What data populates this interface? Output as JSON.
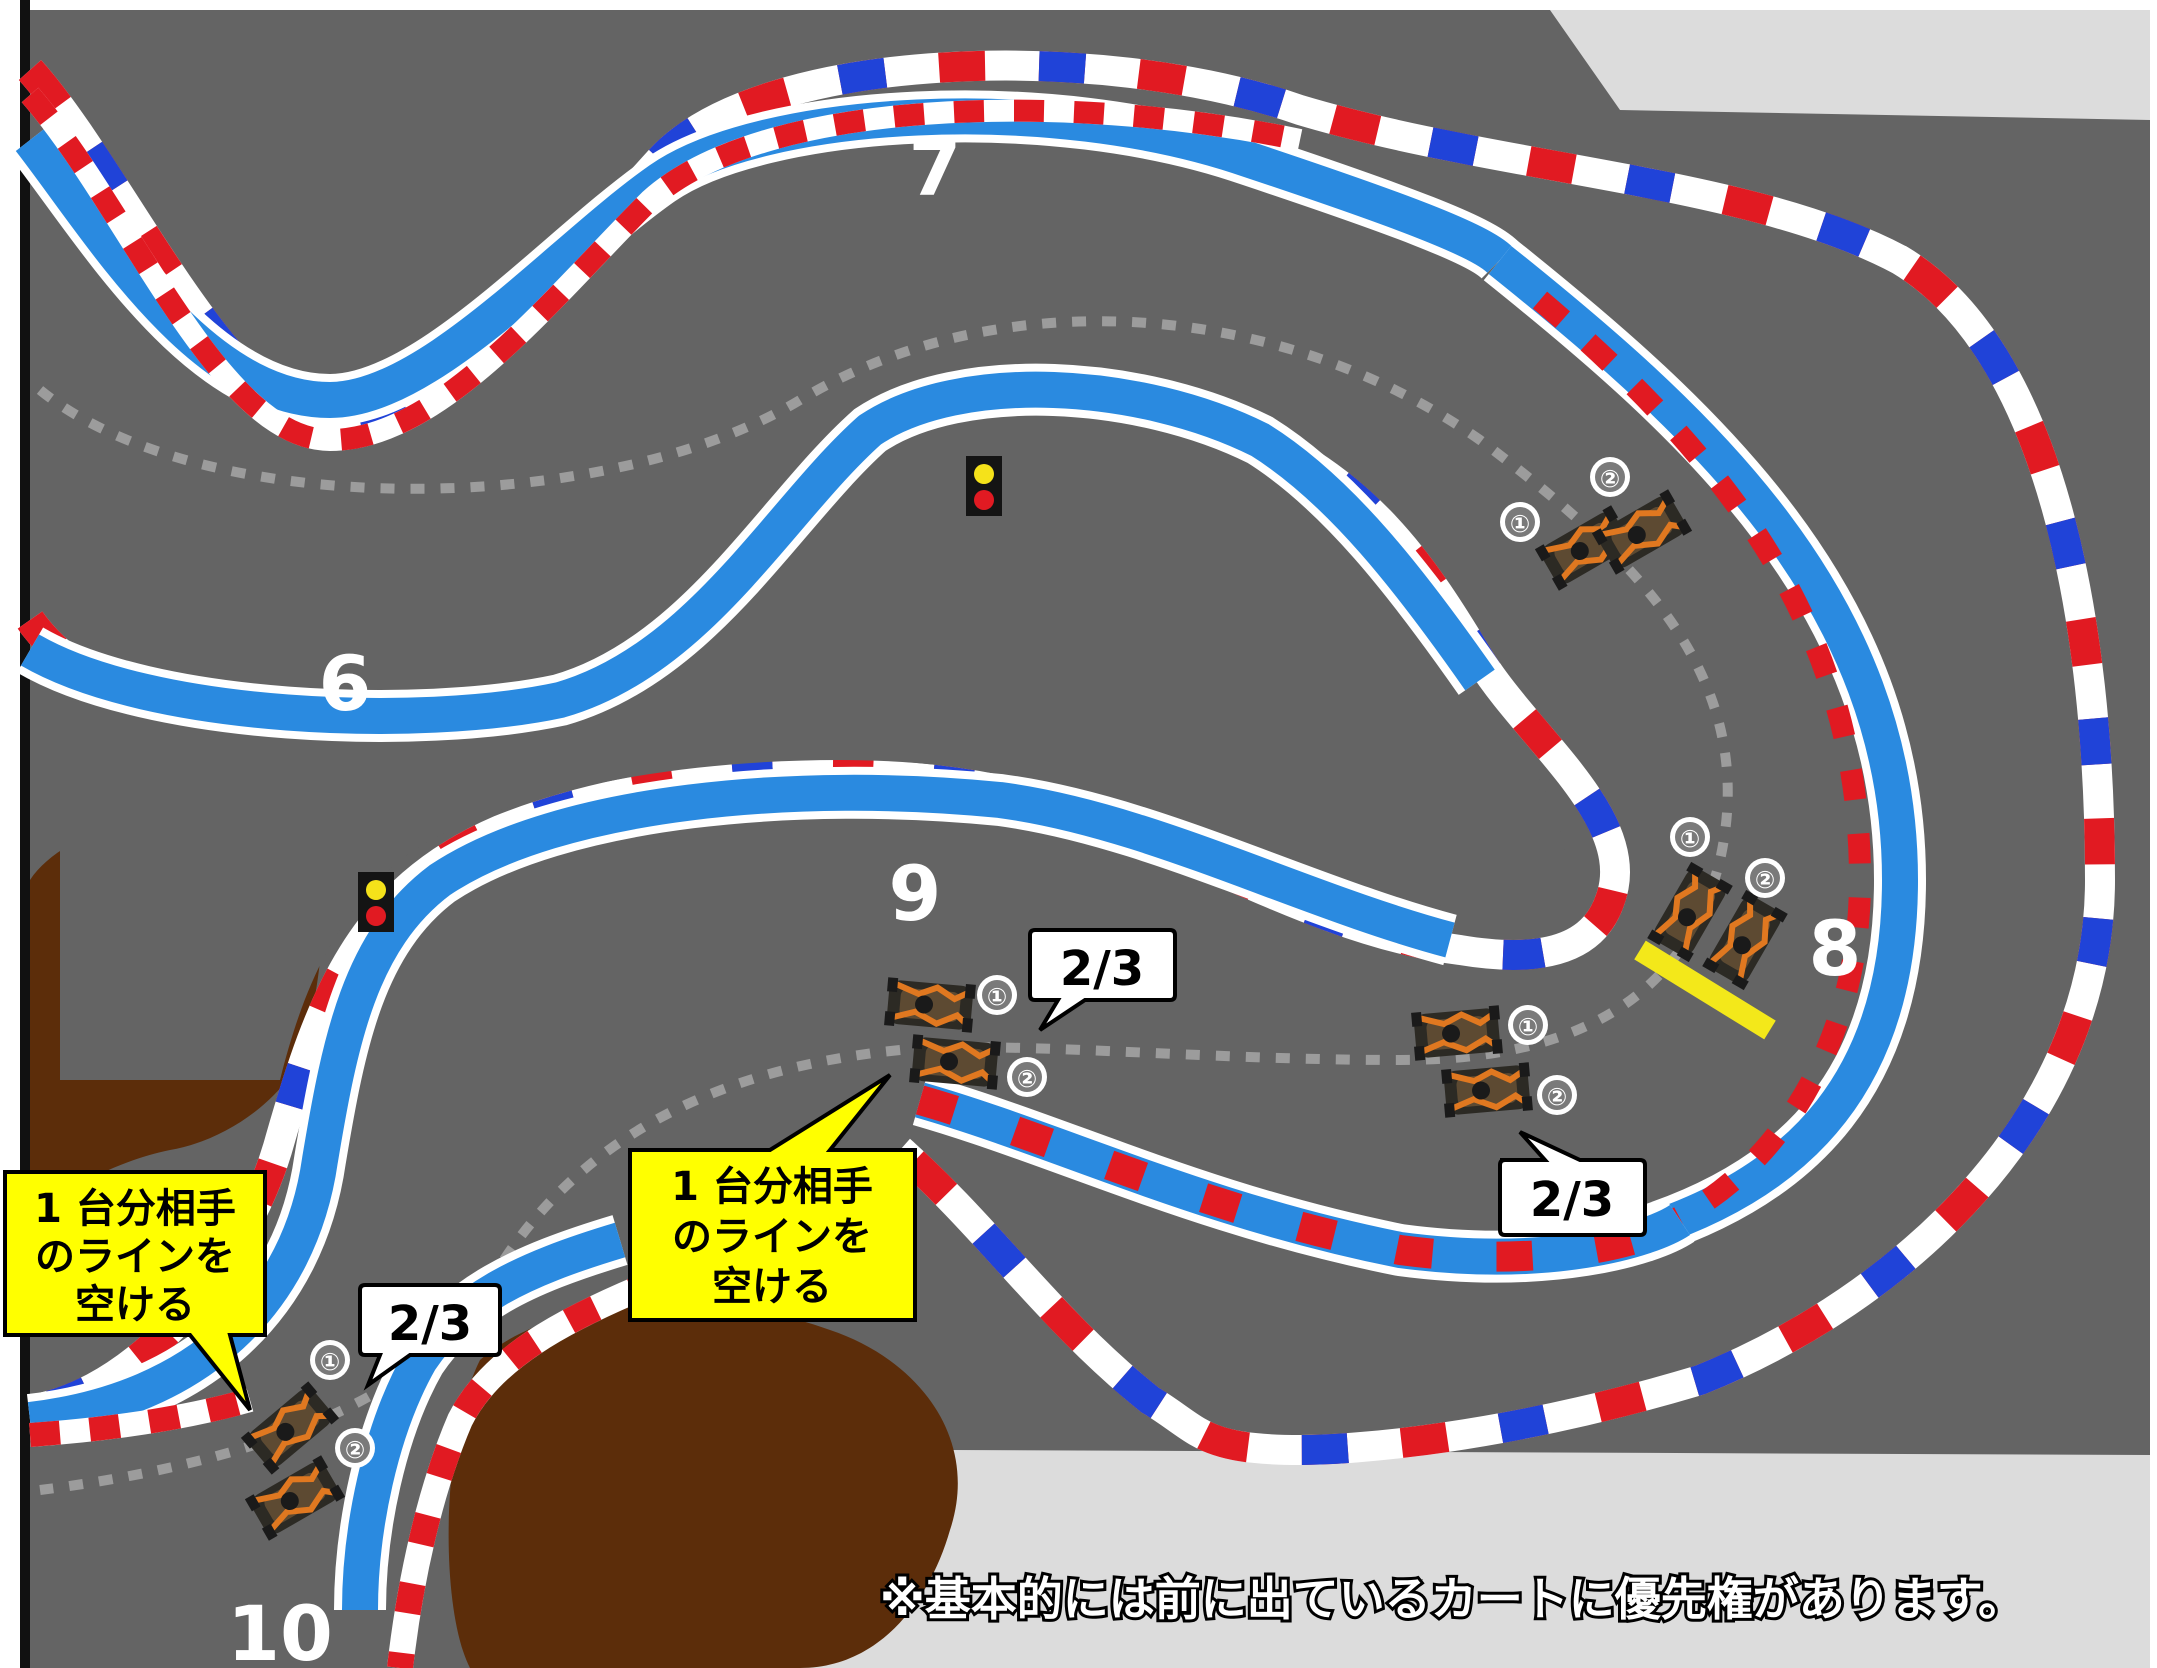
{
  "corners": {
    "c6": "6",
    "c7": "7",
    "c8": "8",
    "c9": "9",
    "c10": "10"
  },
  "bubbles": {
    "b1": "2/3",
    "b2": "2/3",
    "b3": "2/3"
  },
  "callouts": {
    "left": {
      "line1": "1 台分相手",
      "line2": "のラインを",
      "line3": "空ける"
    },
    "center": {
      "line1": "1 台分相手",
      "line2": "のラインを",
      "line3": "空ける"
    }
  },
  "kart_markers": {
    "first": "①",
    "second": "②"
  },
  "note": "※基本的には前に出ているカートに優先権があります。",
  "colors": {
    "asphalt": "#646464",
    "blue_line": "#2a8ae0",
    "curb_red": "#e11a22",
    "curb_blue": "#2043d8",
    "dirt": "#5c2d0a",
    "callout_yellow": "#ffff00",
    "line_marker": "#f3e81a"
  }
}
